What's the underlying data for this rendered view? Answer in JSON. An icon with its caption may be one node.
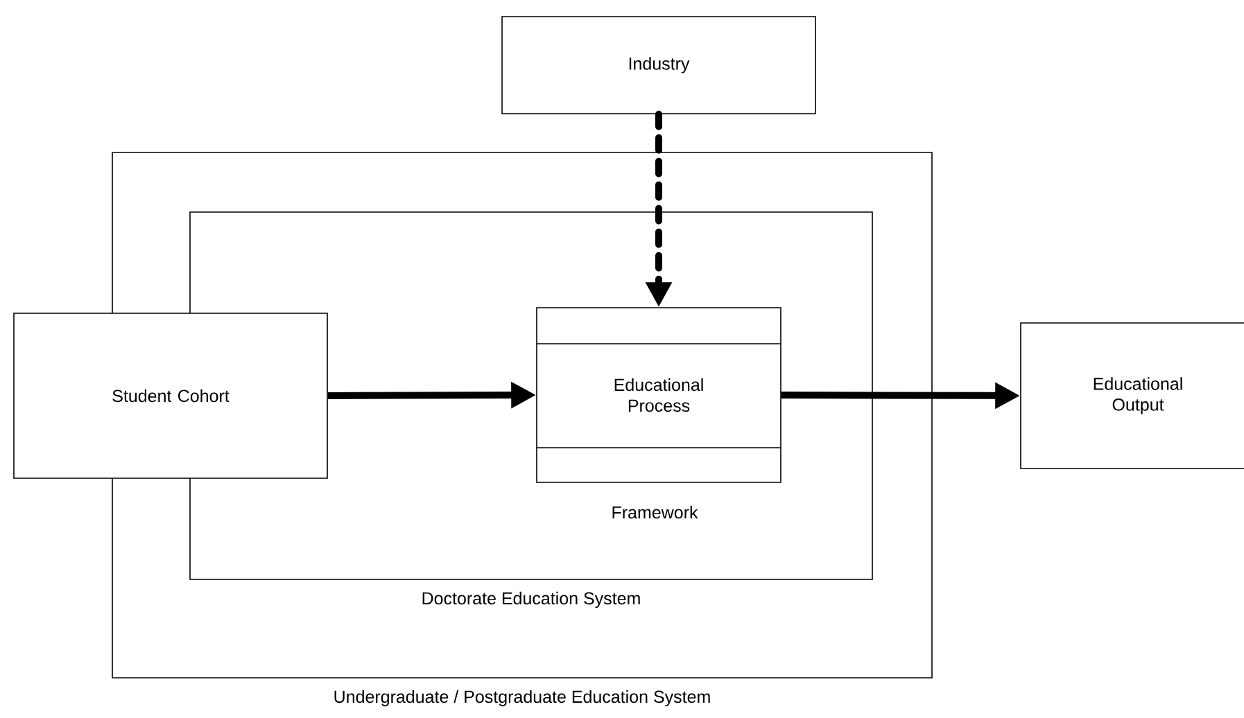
{
  "diagram": {
    "nodes": [
      {
        "text": [
          "Undergraduate / Postgraduate Education System"
        ]
      },
      {
        "text": [
          "Doctorate Education System"
        ],
        "in": 0
      },
      {
        "text": [
          "Industry"
        ]
      },
      {
        "text": [
          "Student Cohort"
        ]
      },
      {
        "text": [
          "Educational Process"
        ],
        "beside": [
          "Framework"
        ],
        "in": 1
      },
      {
        "text": [
          "Educational Output"
        ]
      }
    ],
    "edges": [
      {
        "from": 2,
        "to": 4,
        "arrow": "to",
        "style": "dashed"
      },
      {
        "from": 3,
        "to": 4,
        "arrow": "to"
      },
      {
        "from": 4,
        "to": 5,
        "arrow": "to"
      }
    ]
  }
}
